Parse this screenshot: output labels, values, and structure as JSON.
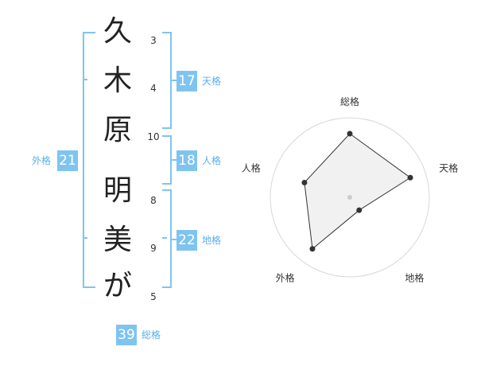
{
  "name_chars": [
    "久",
    "木",
    "原",
    "明",
    "美",
    "が"
  ],
  "stroke_counts": [
    "3",
    "4",
    "10",
    "8",
    "9",
    "5"
  ],
  "fortunes": {
    "tenkaku": {
      "value": "17",
      "label": "天格"
    },
    "jinkaku": {
      "value": "18",
      "label": "人格"
    },
    "chikaku": {
      "value": "22",
      "label": "地格"
    },
    "gaikaku": {
      "value": "21",
      "label": "外格"
    },
    "soukaku": {
      "value": "39",
      "label": "総格"
    }
  },
  "colors": {
    "accent": "#7fc4f0",
    "accent_text": "#5aaee8"
  },
  "chart_data": {
    "type": "radar",
    "axes": [
      "総格",
      "天格",
      "地格",
      "外格",
      "人格"
    ],
    "values": [
      4,
      4,
      1,
      4,
      3
    ],
    "max": 5,
    "rings": 5
  }
}
